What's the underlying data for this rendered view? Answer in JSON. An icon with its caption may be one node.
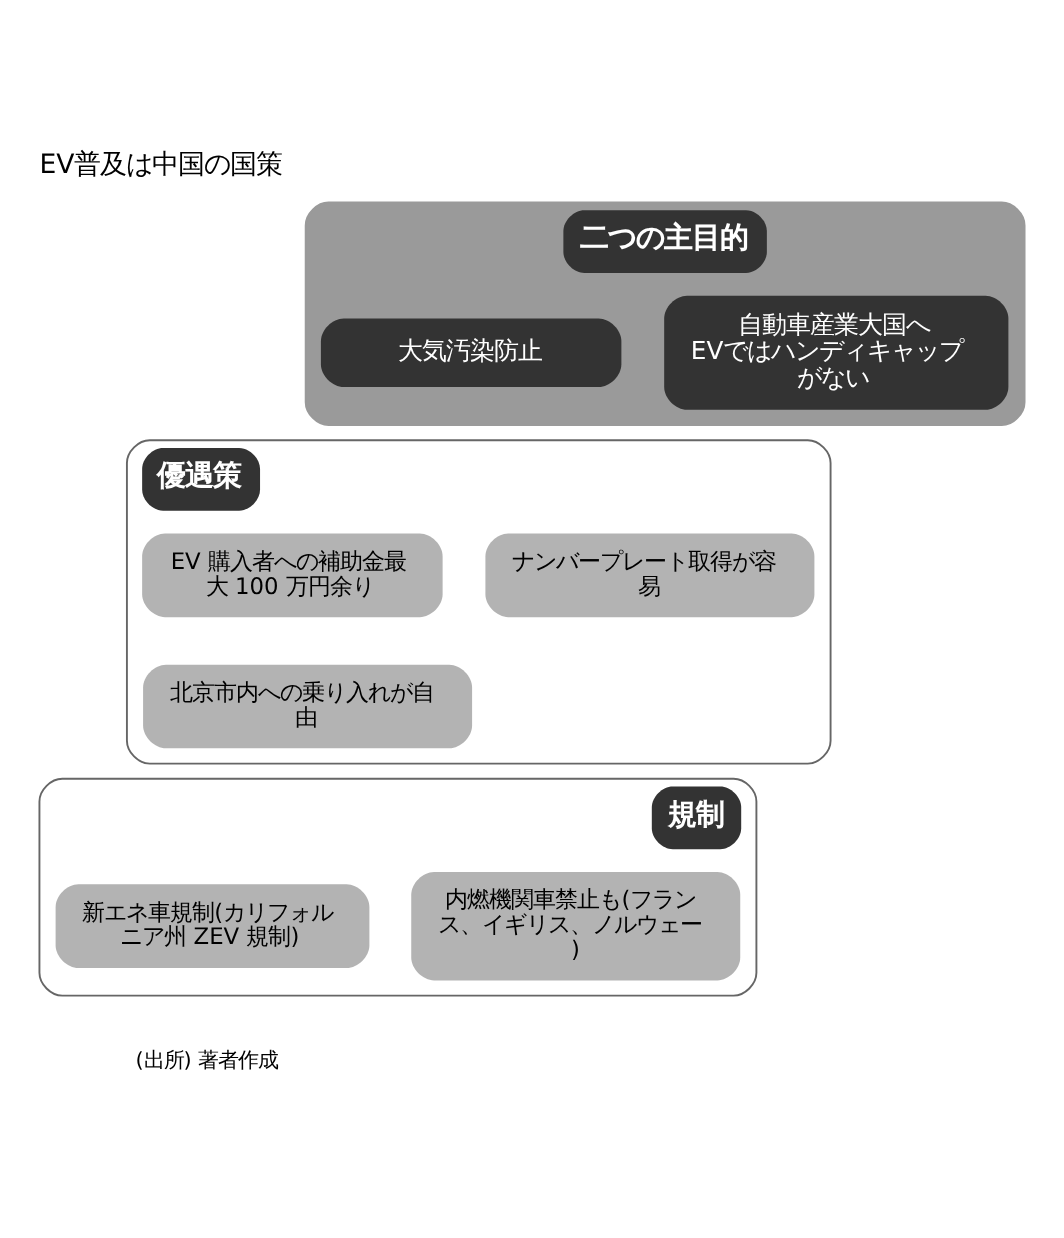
{
  "diagram": {
    "title": "EV普及は中国の国策",
    "caption": "(出所) 著者作成",
    "nodes": [
      {
        "text": [
          "二つの主目的"
        ]
      },
      {
        "text": [
          "大気汚染防止"
        ],
        "in": 0
      },
      {
        "text": [
          "自動車産業大国へ",
          "EVではハンディキャップがない"
        ],
        "in": 0
      },
      {
        "text": [
          "優遇策"
        ]
      },
      {
        "text": [
          "EV 購入者への補助金最大 100 万円余り"
        ],
        "in": 3
      },
      {
        "text": [
          "ナンバープレート取得が容易"
        ],
        "in": 3
      },
      {
        "text": [
          "北京市内への乗り入れが自由"
        ],
        "in": 3
      },
      {
        "text": [
          "規制"
        ]
      },
      {
        "text": [
          "新エネ車規制(カリフォルニア州 ZEV 規制)"
        ],
        "in": 7
      },
      {
        "text": [
          "内燃機関車禁止も(フランス、イギリス、ノルウェー)"
        ],
        "in": 7
      }
    ],
    "edges": []
  }
}
